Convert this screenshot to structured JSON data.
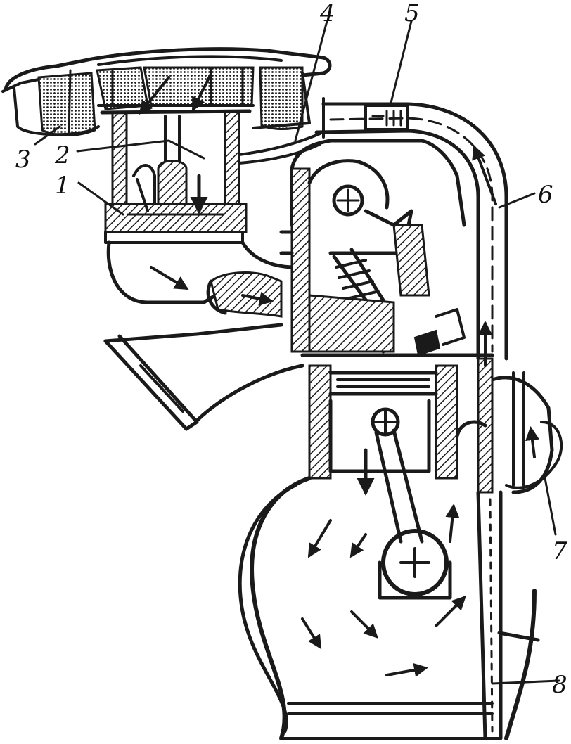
{
  "diagram": {
    "ink_color": "#1a1a1a",
    "background": "#ffffff",
    "callouts": [
      {
        "id": "1",
        "label": "1"
      },
      {
        "id": "2",
        "label": "2"
      },
      {
        "id": "3",
        "label": "3"
      },
      {
        "id": "4",
        "label": "4"
      },
      {
        "id": "5",
        "label": "5"
      },
      {
        "id": "6",
        "label": "6"
      },
      {
        "id": "7",
        "label": "7"
      },
      {
        "id": "8",
        "label": "8"
      }
    ]
  }
}
